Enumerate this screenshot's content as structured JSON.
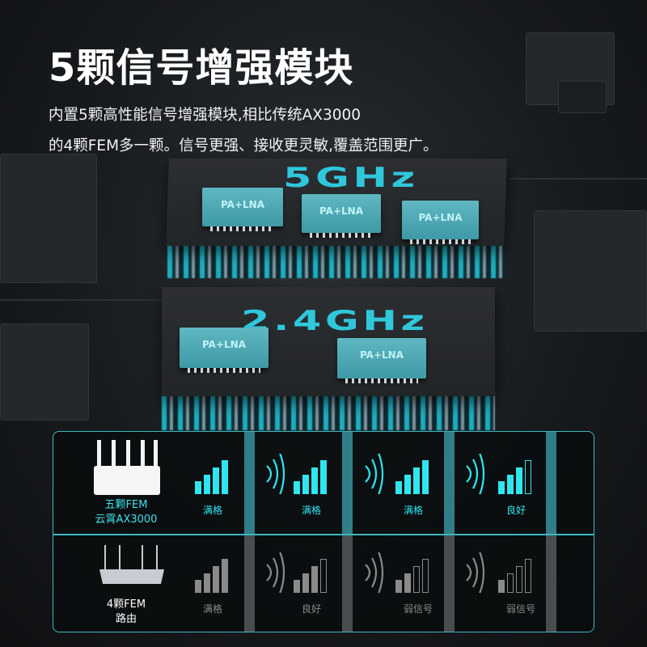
{
  "headline": "5颗信号增强模块",
  "description": [
    "内置5颗高性能信号增强模块,相比传统AX3000",
    "的4颗FEM多一颗。信号更强、接收更灵敏,覆盖范围更广。"
  ],
  "diagram": {
    "band_5g": {
      "label": "5GHz",
      "chips": [
        "PA+LNA",
        "PA+LNA",
        "PA+LNA"
      ]
    },
    "band_24g": {
      "label": "2.4GHz",
      "chips": [
        "PA+LNA",
        "PA+LNA"
      ]
    }
  },
  "comparison": {
    "colors": {
      "accent": "#2fe6f0",
      "muted": "#8a8a8a"
    },
    "rows": [
      {
        "name": [
          "五颗FEM",
          "云霄AX3000"
        ],
        "cells": [
          {
            "bars": 4,
            "label": "满格"
          },
          {
            "bars": 4,
            "label": "满格"
          },
          {
            "bars": 4,
            "label": "满格"
          },
          {
            "bars": 3,
            "label": "良好"
          }
        ]
      },
      {
        "name": [
          "4颗FEM",
          "路由"
        ],
        "cells": [
          {
            "bars": 4,
            "label": "满格"
          },
          {
            "bars": 3,
            "label": "良好"
          },
          {
            "bars": 2,
            "label": "弱信号"
          },
          {
            "bars": 1,
            "label": "弱信号"
          }
        ]
      }
    ]
  }
}
